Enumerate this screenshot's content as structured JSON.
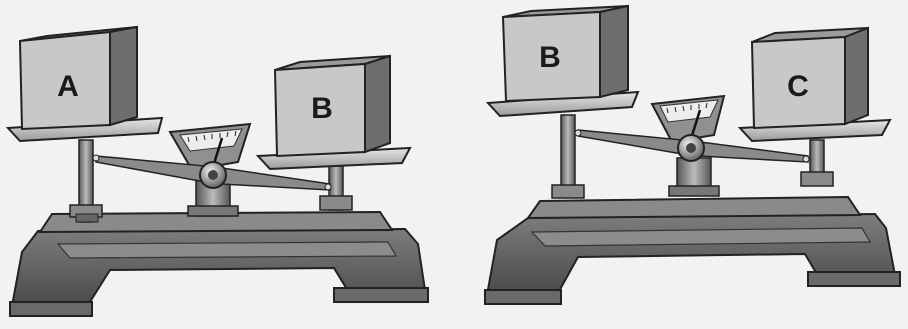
{
  "scales": [
    {
      "id": "left",
      "left_pan_label": "A",
      "right_pan_label": "B",
      "tilt": "right-pan-lower"
    },
    {
      "id": "right",
      "left_pan_label": "B",
      "right_pan_label": "C",
      "tilt": "right-pan-lower"
    }
  ],
  "colors": {
    "background": "#f2f2f2",
    "metal_dark": "#4a4a4a",
    "metal_mid": "#7a7a7a",
    "metal_light": "#b5b5b5",
    "box_front": "#c8c8c8",
    "box_side": "#6e6e6e",
    "box_top": "#9a9a9a"
  }
}
